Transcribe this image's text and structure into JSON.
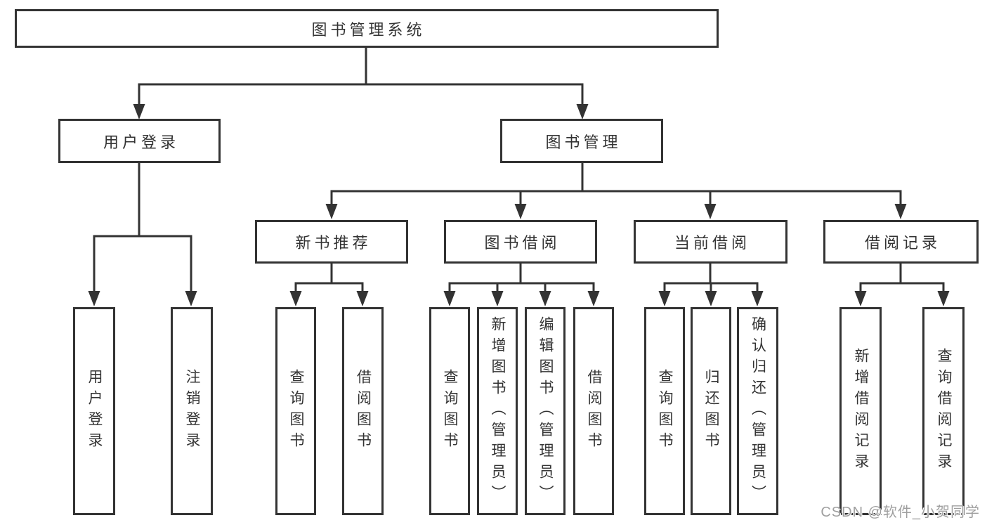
{
  "colors": {
    "line": "#333333",
    "text": "#333333",
    "box_background": "#ffffff",
    "watermark": "#9f9f9f"
  },
  "watermark": {
    "text": "CSDN @软件_小贺同学"
  },
  "tree": {
    "label": "图书管理系统",
    "children": [
      {
        "label": "用户登录",
        "children": [
          {
            "label": "用户登录"
          },
          {
            "label": "注销登录"
          }
        ]
      },
      {
        "label": "图书管理",
        "children": [
          {
            "label": "新书推荐",
            "children": [
              {
                "label": "查询图书"
              },
              {
                "label": "借阅图书"
              }
            ]
          },
          {
            "label": "图书借阅",
            "children": [
              {
                "label": "查询图书"
              },
              {
                "label": "新增图书（管理员）"
              },
              {
                "label": "编辑图书（管理员）"
              },
              {
                "label": "借阅图书"
              }
            ]
          },
          {
            "label": "当前借阅",
            "children": [
              {
                "label": "查询图书"
              },
              {
                "label": "归还图书"
              },
              {
                "label": "确认归还（管理员）"
              }
            ]
          },
          {
            "label": "借阅记录",
            "children": [
              {
                "label": "新增借阅记录"
              },
              {
                "label": "查询借阅记录"
              }
            ]
          }
        ]
      }
    ]
  }
}
